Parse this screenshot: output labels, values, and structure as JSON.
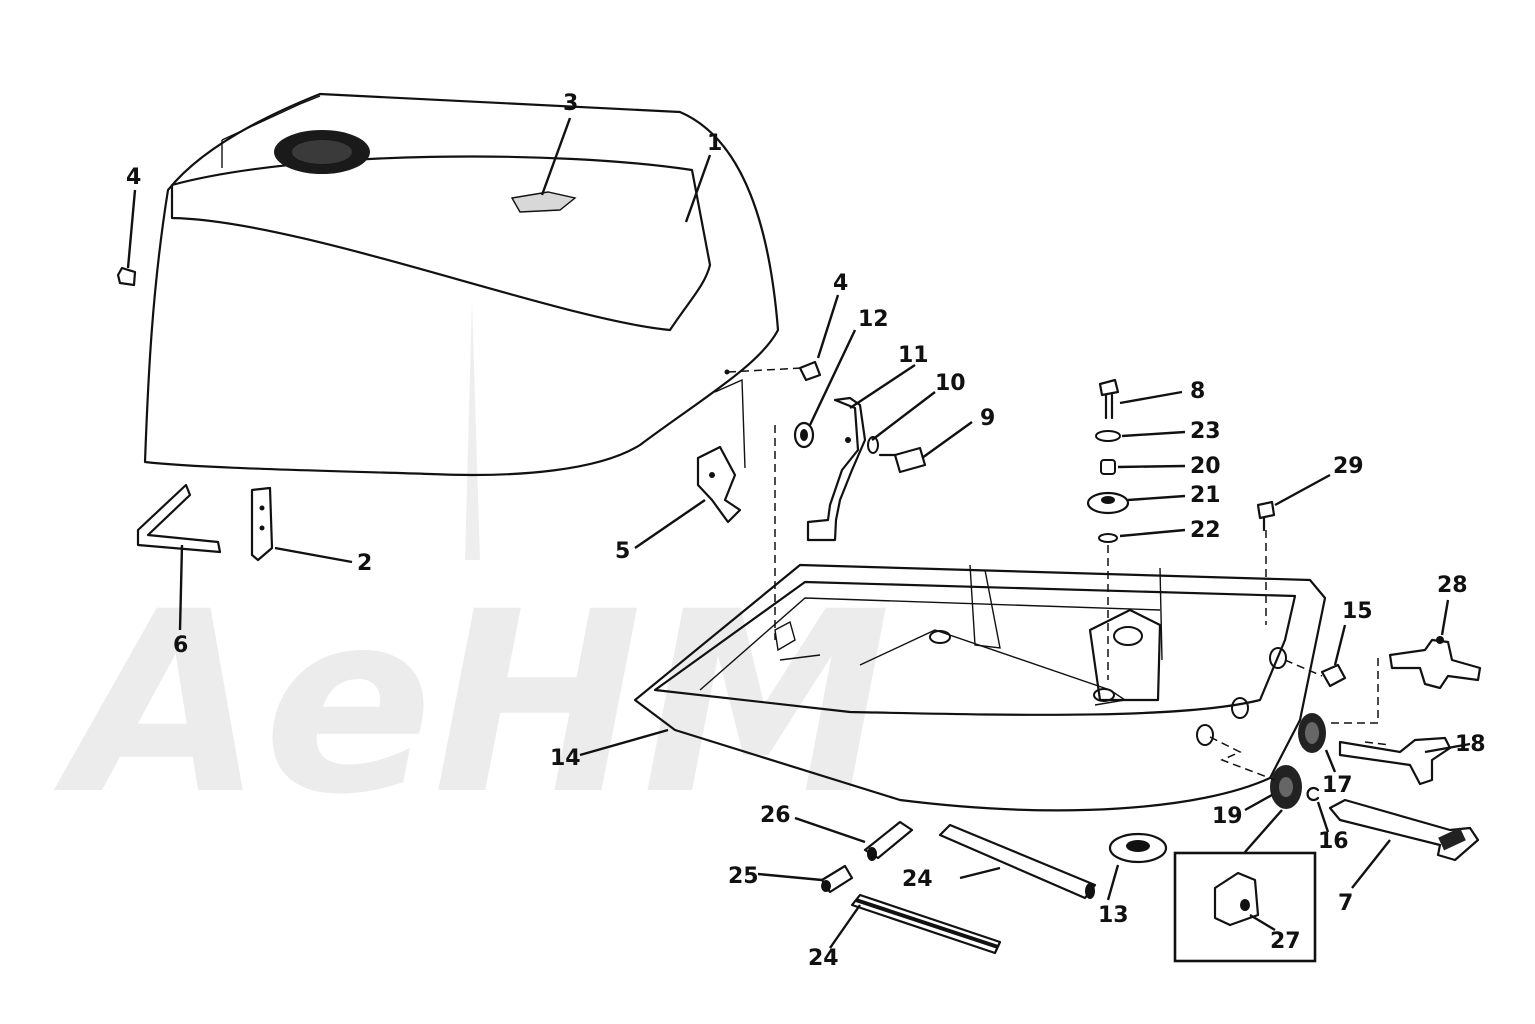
{
  "watermark": "AeHM",
  "callouts": [
    {
      "id": "1",
      "label": "1"
    },
    {
      "id": "2",
      "label": "2"
    },
    {
      "id": "3",
      "label": "3"
    },
    {
      "id": "4a",
      "label": "4"
    },
    {
      "id": "4b",
      "label": "4"
    },
    {
      "id": "5",
      "label": "5"
    },
    {
      "id": "6",
      "label": "6"
    },
    {
      "id": "7",
      "label": "7"
    },
    {
      "id": "8",
      "label": "8"
    },
    {
      "id": "9",
      "label": "9"
    },
    {
      "id": "10",
      "label": "10"
    },
    {
      "id": "11",
      "label": "11"
    },
    {
      "id": "12",
      "label": "12"
    },
    {
      "id": "13",
      "label": "13"
    },
    {
      "id": "14",
      "label": "14"
    },
    {
      "id": "15",
      "label": "15"
    },
    {
      "id": "16",
      "label": "16"
    },
    {
      "id": "17",
      "label": "17"
    },
    {
      "id": "18",
      "label": "18"
    },
    {
      "id": "19",
      "label": "19"
    },
    {
      "id": "20",
      "label": "20"
    },
    {
      "id": "21",
      "label": "21"
    },
    {
      "id": "22",
      "label": "22"
    },
    {
      "id": "23",
      "label": "23"
    },
    {
      "id": "24a",
      "label": "24"
    },
    {
      "id": "24b",
      "label": "24"
    },
    {
      "id": "25",
      "label": "25"
    },
    {
      "id": "26",
      "label": "26"
    },
    {
      "id": "27",
      "label": "27"
    },
    {
      "id": "28",
      "label": "28"
    },
    {
      "id": "29",
      "label": "29"
    }
  ],
  "colors": {
    "ink": "#111111",
    "watermark": "#ececec",
    "background": "#ffffff"
  }
}
